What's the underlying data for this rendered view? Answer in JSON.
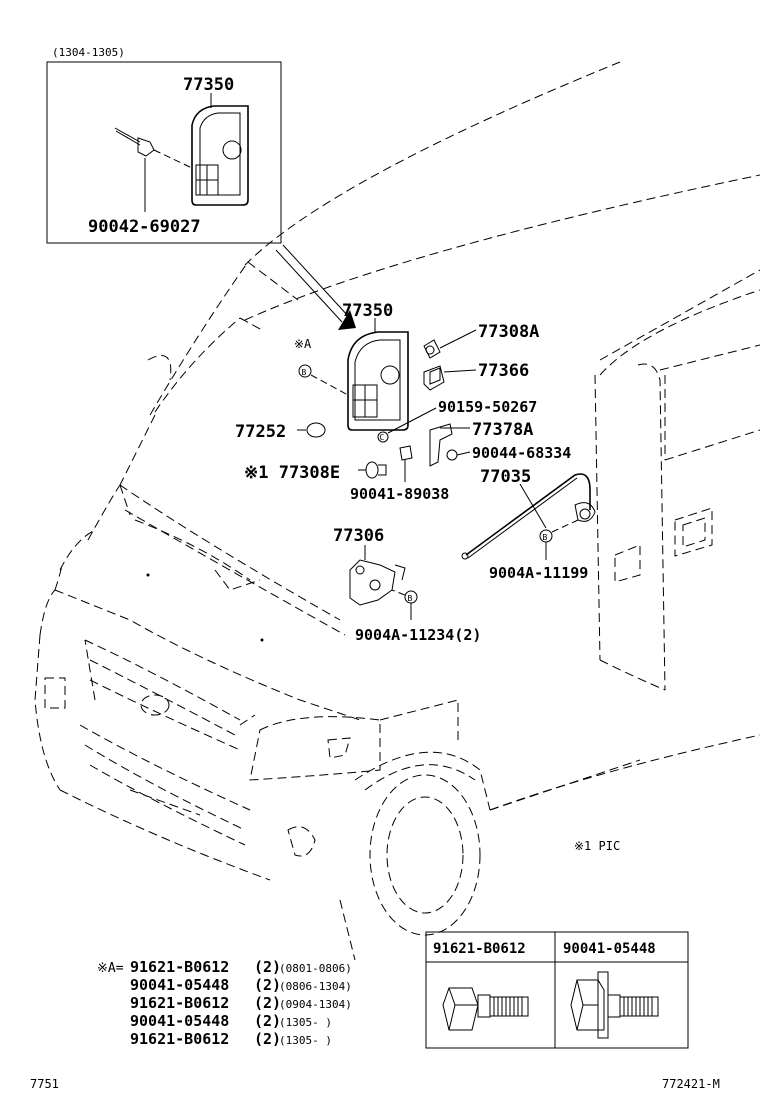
{
  "inset": {
    "date_range": "(1304-1305)",
    "part_cover": "77350",
    "part_screw": "90042-69027"
  },
  "parts": {
    "p77350": "77350",
    "noteA": "※A",
    "p77308A": "77308A",
    "p77366": "77366",
    "p90159": "90159-50267",
    "p77252": "77252",
    "p77378A": "77378A",
    "p90044": "90044-68334",
    "p77308E": "※1 77308E",
    "p77035": "77035",
    "p90041_89038": "90041-89038",
    "p77306": "77306",
    "p9004A_11199": "9004A-11199",
    "p9004A_11234": "9004A-11234(2)"
  },
  "callouts": {
    "A": "A",
    "B": "B",
    "C": "C"
  },
  "footnote_pic": "※1 PIC",
  "note_list": {
    "prefix": "※A=",
    "rows": [
      {
        "part": "91621-B0612",
        "qty": "(2)",
        "range": "(0801-0806)"
      },
      {
        "part": "90041-05448",
        "qty": "(2)",
        "range": "(0806-1304)"
      },
      {
        "part": "91621-B0612",
        "qty": "(2)",
        "range": "(0904-1304)"
      },
      {
        "part": "90041-05448",
        "qty": "(2)",
        "range": "(1305-    )"
      },
      {
        "part": "91621-B0612",
        "qty": "(2)",
        "range": "(1305-    )"
      }
    ]
  },
  "fastener_table": {
    "col1": "91621-B0612",
    "col2": "90041-05448"
  },
  "footer": {
    "left": "7751",
    "right": "772421-M"
  }
}
